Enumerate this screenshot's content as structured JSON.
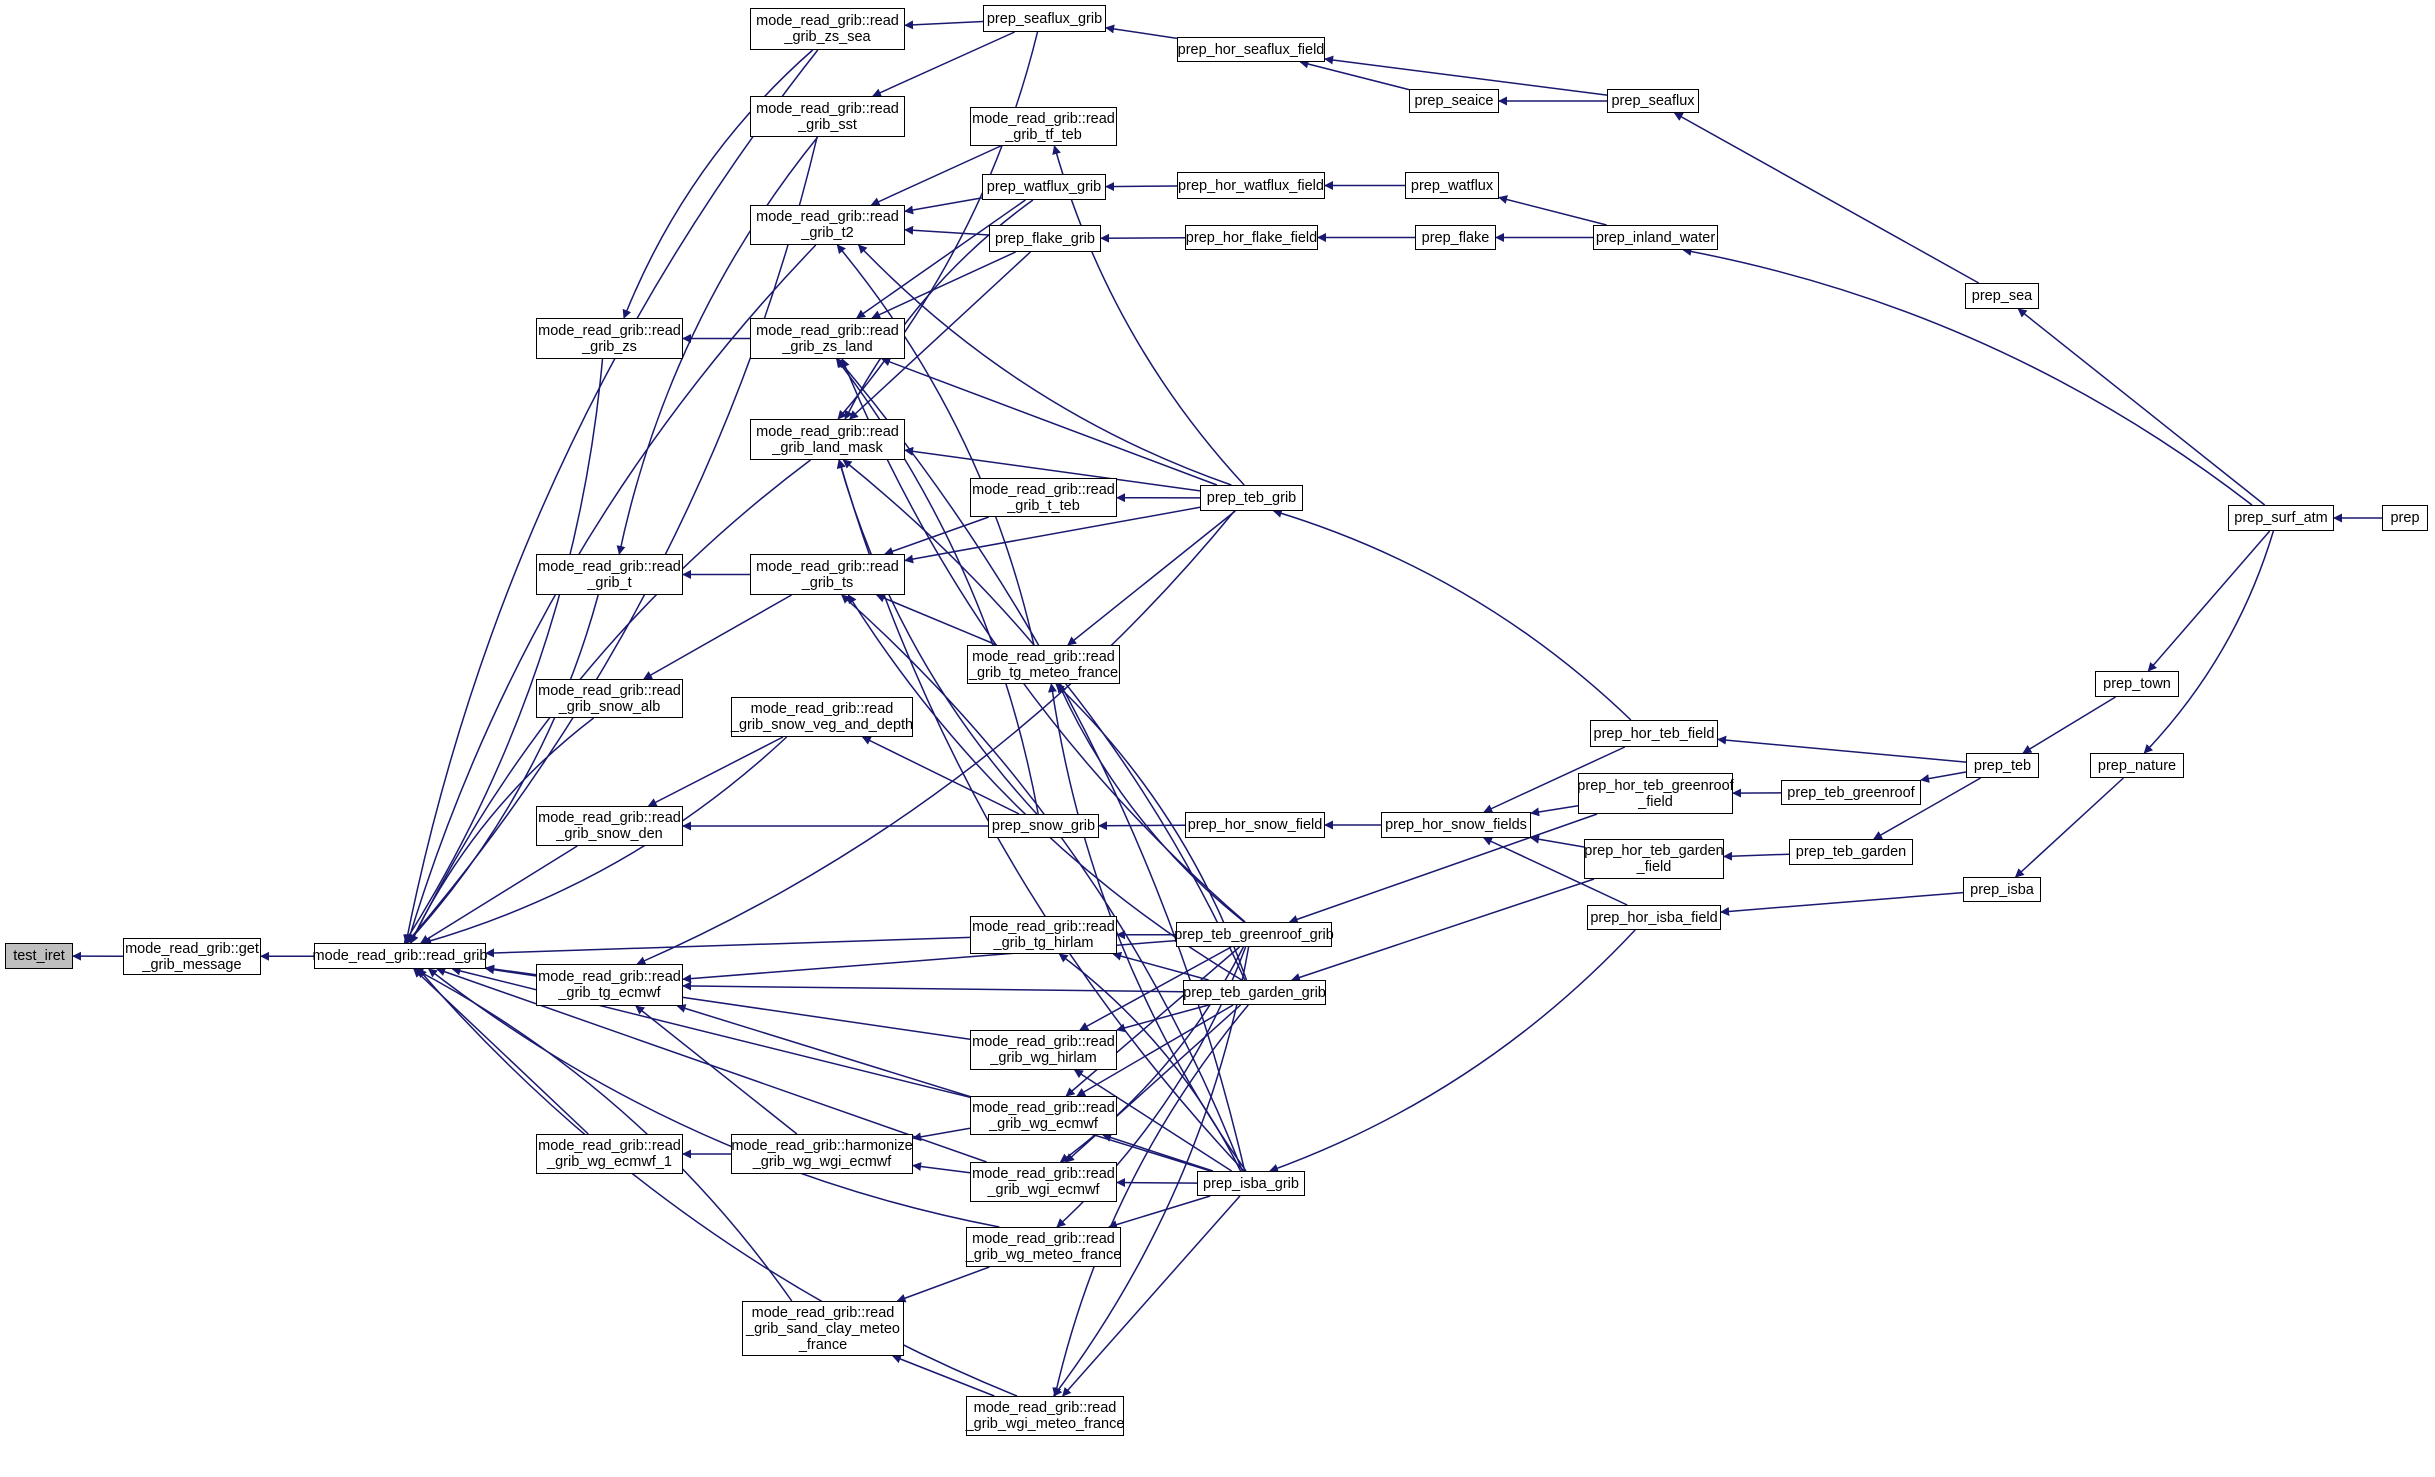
{
  "diagram": {
    "type": "doxygen-caller-graph",
    "edge_color": "#191970",
    "root_fill": "#bfbfbf",
    "nodes": [
      {
        "id": "test_iret",
        "label": "test_iret",
        "root": true
      },
      {
        "id": "get_grib_message",
        "label": "mode_read_grib::get\n_grib_message"
      },
      {
        "id": "read_grib",
        "label": "mode_read_grib::read_grib"
      },
      {
        "id": "read_grib_zs_sea",
        "label": "mode_read_grib::read\n_grib_zs_sea"
      },
      {
        "id": "read_grib_sst",
        "label": "mode_read_grib::read\n_grib_sst"
      },
      {
        "id": "read_grib_t2",
        "label": "mode_read_grib::read\n_grib_t2"
      },
      {
        "id": "read_grib_zs",
        "label": "mode_read_grib::read\n_grib_zs"
      },
      {
        "id": "read_grib_zs_land",
        "label": "mode_read_grib::read\n_grib_zs_land"
      },
      {
        "id": "read_grib_land_mask",
        "label": "mode_read_grib::read\n_grib_land_mask"
      },
      {
        "id": "read_grib_t",
        "label": "mode_read_grib::read\n_grib_t"
      },
      {
        "id": "read_grib_ts",
        "label": "mode_read_grib::read\n_grib_ts"
      },
      {
        "id": "read_grib_snow_alb",
        "label": "mode_read_grib::read\n_grib_snow_alb"
      },
      {
        "id": "read_grib_snow_veg_and_depth",
        "label": "mode_read_grib::read\n_grib_snow_veg_and_depth"
      },
      {
        "id": "read_grib_snow_den",
        "label": "mode_read_grib::read\n_grib_snow_den"
      },
      {
        "id": "read_grib_tg_ecmwf",
        "label": "mode_read_grib::read\n_grib_tg_ecmwf"
      },
      {
        "id": "read_grib_wg_ecmwf_1",
        "label": "mode_read_grib::read\n_grib_wg_ecmwf_1"
      },
      {
        "id": "harmonize_grib_wg_wgi_ecmwf",
        "label": "mode_read_grib::harmonize\n_grib_wg_wgi_ecmwf"
      },
      {
        "id": "read_grib_sand_clay_meteo_france",
        "label": "mode_read_grib::read\n_grib_sand_clay_meteo\n_france"
      },
      {
        "id": "prep_seaflux_grib",
        "label": "prep_seaflux_grib"
      },
      {
        "id": "read_grib_tf_teb",
        "label": "mode_read_grib::read\n_grib_tf_teb"
      },
      {
        "id": "prep_watflux_grib",
        "label": "prep_watflux_grib"
      },
      {
        "id": "prep_flake_grib",
        "label": "prep_flake_grib"
      },
      {
        "id": "read_grib_t_teb",
        "label": "mode_read_grib::read\n_grib_t_teb"
      },
      {
        "id": "read_grib_tg_meteo_france",
        "label": "mode_read_grib::read\n_grib_tg_meteo_france"
      },
      {
        "id": "prep_snow_grib",
        "label": "prep_snow_grib"
      },
      {
        "id": "read_grib_tg_hirlam",
        "label": "mode_read_grib::read\n_grib_tg_hirlam"
      },
      {
        "id": "read_grib_wg_hirlam",
        "label": "mode_read_grib::read\n_grib_wg_hirlam"
      },
      {
        "id": "read_grib_wg_ecmwf",
        "label": "mode_read_grib::read\n_grib_wg_ecmwf"
      },
      {
        "id": "read_grib_wgi_ecmwf",
        "label": "mode_read_grib::read\n_grib_wgi_ecmwf"
      },
      {
        "id": "read_grib_wg_meteo_france",
        "label": "mode_read_grib::read\n_grib_wg_meteo_france"
      },
      {
        "id": "read_grib_wgi_meteo_france",
        "label": "mode_read_grib::read\n_grib_wgi_meteo_france"
      },
      {
        "id": "prep_teb_grib",
        "label": "prep_teb_grib"
      },
      {
        "id": "prep_teb_greenroof_grib",
        "label": "prep_teb_greenroof_grib"
      },
      {
        "id": "prep_teb_garden_grib",
        "label": "prep_teb_garden_grib"
      },
      {
        "id": "prep_isba_grib",
        "label": "prep_isba_grib"
      },
      {
        "id": "prep_hor_seaflux_field",
        "label": "prep_hor_seaflux_field"
      },
      {
        "id": "prep_hor_watflux_field",
        "label": "prep_hor_watflux_field"
      },
      {
        "id": "prep_hor_flake_field",
        "label": "prep_hor_flake_field"
      },
      {
        "id": "prep_hor_snow_field",
        "label": "prep_hor_snow_field"
      },
      {
        "id": "prep_seaice",
        "label": "prep_seaice"
      },
      {
        "id": "prep_seaflux",
        "label": "prep_seaflux"
      },
      {
        "id": "prep_watflux",
        "label": "prep_watflux"
      },
      {
        "id": "prep_flake",
        "label": "prep_flake"
      },
      {
        "id": "prep_inland_water",
        "label": "prep_inland_water"
      },
      {
        "id": "prep_hor_snow_fields",
        "label": "prep_hor_snow_fields"
      },
      {
        "id": "prep_hor_teb_field",
        "label": "prep_hor_teb_field"
      },
      {
        "id": "prep_hor_teb_greenroof_field",
        "label": "prep_hor_teb_greenroof\n_field"
      },
      {
        "id": "prep_hor_teb_garden_field",
        "label": "prep_hor_teb_garden\n_field"
      },
      {
        "id": "prep_hor_isba_field",
        "label": "prep_hor_isba_field"
      },
      {
        "id": "prep_sea",
        "label": "prep_sea"
      },
      {
        "id": "prep_surf_atm",
        "label": "prep_surf_atm"
      },
      {
        "id": "prep",
        "label": "prep"
      },
      {
        "id": "prep_town",
        "label": "prep_town"
      },
      {
        "id": "prep_teb",
        "label": "prep_teb"
      },
      {
        "id": "prep_nature",
        "label": "prep_nature"
      },
      {
        "id": "prep_teb_greenroof",
        "label": "prep_teb_greenroof"
      },
      {
        "id": "prep_teb_garden",
        "label": "prep_teb_garden"
      },
      {
        "id": "prep_isba",
        "label": "prep_isba"
      }
    ],
    "edges": [
      [
        "get_grib_message",
        "test_iret"
      ],
      [
        "read_grib",
        "get_grib_message"
      ],
      [
        "read_grib_zs_sea",
        "read_grib"
      ],
      [
        "read_grib_sst",
        "read_grib"
      ],
      [
        "read_grib_t2",
        "read_grib"
      ],
      [
        "read_grib_zs",
        "read_grib"
      ],
      [
        "read_grib_land_mask",
        "read_grib"
      ],
      [
        "read_grib_t",
        "read_grib"
      ],
      [
        "read_grib_snow_alb",
        "read_grib"
      ],
      [
        "read_grib_snow_veg_and_depth",
        "read_grib"
      ],
      [
        "read_grib_snow_den",
        "read_grib"
      ],
      [
        "read_grib_tg_ecmwf",
        "read_grib"
      ],
      [
        "read_grib_tg_hirlam",
        "read_grib"
      ],
      [
        "read_grib_wg_ecmwf_1",
        "read_grib"
      ],
      [
        "read_grib_wg_hirlam",
        "read_grib"
      ],
      [
        "read_grib_wg_ecmwf",
        "read_grib"
      ],
      [
        "read_grib_wgi_ecmwf",
        "read_grib"
      ],
      [
        "read_grib_wg_meteo_france",
        "read_grib"
      ],
      [
        "read_grib_sand_clay_meteo_france",
        "read_grib"
      ],
      [
        "read_grib_wgi_meteo_france",
        "read_grib"
      ],
      [
        "prep_seaflux_grib",
        "read_grib_zs_sea"
      ],
      [
        "prep_seaflux_grib",
        "read_grib_sst"
      ],
      [
        "read_grib_zs_sea",
        "read_grib_zs"
      ],
      [
        "read_grib_zs_land",
        "read_grib_zs"
      ],
      [
        "read_grib_sst",
        "read_grib_t"
      ],
      [
        "read_grib_ts",
        "read_grib_t"
      ],
      [
        "read_grib_tf_teb",
        "read_grib_t2"
      ],
      [
        "prep_watflux_grib",
        "read_grib_t2"
      ],
      [
        "prep_flake_grib",
        "read_grib_t2"
      ],
      [
        "prep_teb_grib",
        "read_grib_t2"
      ],
      [
        "read_grib_tg_meteo_france",
        "read_grib_t2"
      ],
      [
        "prep_watflux_grib",
        "read_grib_zs_land"
      ],
      [
        "prep_flake_grib",
        "read_grib_zs_land"
      ],
      [
        "prep_teb_grib",
        "read_grib_zs_land"
      ],
      [
        "prep_snow_grib",
        "read_grib_zs_land"
      ],
      [
        "prep_teb_greenroof_grib",
        "read_grib_zs_land"
      ],
      [
        "prep_isba_grib",
        "read_grib_zs_land"
      ],
      [
        "prep_seaflux_grib",
        "read_grib_land_mask"
      ],
      [
        "prep_watflux_grib",
        "read_grib_land_mask"
      ],
      [
        "prep_flake_grib",
        "read_grib_land_mask"
      ],
      [
        "prep_teb_grib",
        "read_grib_land_mask"
      ],
      [
        "prep_snow_grib",
        "read_grib_land_mask"
      ],
      [
        "prep_teb_garden_grib",
        "read_grib_land_mask"
      ],
      [
        "prep_isba_grib",
        "read_grib_land_mask"
      ],
      [
        "read_grib_t_teb",
        "read_grib_ts"
      ],
      [
        "prep_teb_grib",
        "read_grib_ts"
      ],
      [
        "read_grib_tg_meteo_france",
        "read_grib_ts"
      ],
      [
        "prep_teb_garden_grib",
        "read_grib_ts"
      ],
      [
        "prep_isba_grib",
        "read_grib_ts"
      ],
      [
        "read_grib_ts",
        "read_grib_snow_alb"
      ],
      [
        "prep_snow_grib",
        "read_grib_snow_veg_and_depth"
      ],
      [
        "read_grib_snow_veg_and_depth",
        "read_grib_snow_den"
      ],
      [
        "prep_snow_grib",
        "read_grib_snow_den"
      ],
      [
        "prep_teb_grib",
        "read_grib_tf_teb"
      ],
      [
        "prep_hor_watflux_field",
        "prep_watflux_grib"
      ],
      [
        "prep_hor_flake_field",
        "prep_flake_grib"
      ],
      [
        "prep_hor_seaflux_field",
        "prep_seaflux_grib"
      ],
      [
        "prep_teb_grib",
        "read_grib_t_teb"
      ],
      [
        "prep_teb_grib",
        "read_grib_tg_meteo_france"
      ],
      [
        "prep_teb_greenroof_grib",
        "read_grib_tg_meteo_france"
      ],
      [
        "prep_teb_garden_grib",
        "read_grib_tg_meteo_france"
      ],
      [
        "prep_isba_grib",
        "read_grib_tg_meteo_france"
      ],
      [
        "prep_hor_snow_field",
        "prep_snow_grib"
      ],
      [
        "prep_teb_grib",
        "read_grib_tg_ecmwf"
      ],
      [
        "prep_teb_greenroof_grib",
        "read_grib_tg_ecmwf"
      ],
      [
        "prep_teb_garden_grib",
        "read_grib_tg_ecmwf"
      ],
      [
        "harmonize_grib_wg_wgi_ecmwf",
        "read_grib_tg_ecmwf"
      ],
      [
        "prep_isba_grib",
        "read_grib_tg_ecmwf"
      ],
      [
        "prep_teb_greenroof_grib",
        "read_grib_tg_hirlam"
      ],
      [
        "prep_teb_garden_grib",
        "read_grib_tg_hirlam"
      ],
      [
        "prep_isba_grib",
        "read_grib_tg_hirlam"
      ],
      [
        "prep_teb_greenroof_grib",
        "read_grib_wg_hirlam"
      ],
      [
        "prep_teb_garden_grib",
        "read_grib_wg_hirlam"
      ],
      [
        "prep_isba_grib",
        "read_grib_wg_hirlam"
      ],
      [
        "prep_teb_greenroof_grib",
        "read_grib_wg_ecmwf"
      ],
      [
        "prep_teb_garden_grib",
        "read_grib_wg_ecmwf"
      ],
      [
        "prep_isba_grib",
        "read_grib_wg_ecmwf"
      ],
      [
        "prep_teb_greenroof_grib",
        "read_grib_wgi_ecmwf"
      ],
      [
        "prep_teb_garden_grib",
        "read_grib_wgi_ecmwf"
      ],
      [
        "prep_isba_grib",
        "read_grib_wgi_ecmwf"
      ],
      [
        "read_grib_wg_ecmwf",
        "harmonize_grib_wg_wgi_ecmwf"
      ],
      [
        "read_grib_wgi_ecmwf",
        "harmonize_grib_wg_wgi_ecmwf"
      ],
      [
        "harmonize_grib_wg_wgi_ecmwf",
        "read_grib_wg_ecmwf_1"
      ],
      [
        "prep_teb_greenroof_grib",
        "read_grib_wg_meteo_france"
      ],
      [
        "prep_isba_grib",
        "read_grib_wg_meteo_france"
      ],
      [
        "read_grib_wg_meteo_france",
        "read_grib_sand_clay_meteo_france"
      ],
      [
        "read_grib_wgi_meteo_france",
        "read_grib_sand_clay_meteo_france"
      ],
      [
        "prep_teb_greenroof_grib",
        "read_grib_wgi_meteo_france"
      ],
      [
        "prep_teb_garden_grib",
        "read_grib_wgi_meteo_france"
      ],
      [
        "prep_isba_grib",
        "read_grib_wgi_meteo_france"
      ],
      [
        "prep_hor_teb_field",
        "prep_teb_grib"
      ],
      [
        "prep_hor_teb_greenroof_field",
        "prep_teb_greenroof_grib"
      ],
      [
        "prep_hor_teb_garden_field",
        "prep_teb_garden_grib"
      ],
      [
        "prep_hor_isba_field",
        "prep_isba_grib"
      ],
      [
        "prep_hor_snow_fields",
        "prep_hor_snow_field"
      ],
      [
        "prep_hor_teb_field",
        "prep_hor_snow_fields"
      ],
      [
        "prep_hor_teb_greenroof_field",
        "prep_hor_snow_fields"
      ],
      [
        "prep_hor_teb_garden_field",
        "prep_hor_snow_fields"
      ],
      [
        "prep_hor_isba_field",
        "prep_hor_snow_fields"
      ],
      [
        "prep_seaice",
        "prep_hor_seaflux_field"
      ],
      [
        "prep_seaflux",
        "prep_hor_seaflux_field"
      ],
      [
        "prep_seaflux",
        "prep_seaice"
      ],
      [
        "prep_watflux",
        "prep_hor_watflux_field"
      ],
      [
        "prep_flake",
        "prep_hor_flake_field"
      ],
      [
        "prep_inland_water",
        "prep_watflux"
      ],
      [
        "prep_inland_water",
        "prep_flake"
      ],
      [
        "prep_sea",
        "prep_seaflux"
      ],
      [
        "prep_surf_atm",
        "prep_sea"
      ],
      [
        "prep_surf_atm",
        "prep_inland_water"
      ],
      [
        "prep",
        "prep_surf_atm"
      ],
      [
        "prep_surf_atm",
        "prep_town"
      ],
      [
        "prep_surf_atm",
        "prep_nature"
      ],
      [
        "prep_town",
        "prep_teb"
      ],
      [
        "prep_teb",
        "prep_hor_teb_field"
      ],
      [
        "prep_teb",
        "prep_teb_greenroof"
      ],
      [
        "prep_teb",
        "prep_teb_garden"
      ],
      [
        "prep_teb_greenroof",
        "prep_hor_teb_greenroof_field"
      ],
      [
        "prep_teb_garden",
        "prep_hor_teb_garden_field"
      ],
      [
        "prep_nature",
        "prep_isba"
      ],
      [
        "prep_isba",
        "prep_hor_isba_field"
      ]
    ]
  }
}
